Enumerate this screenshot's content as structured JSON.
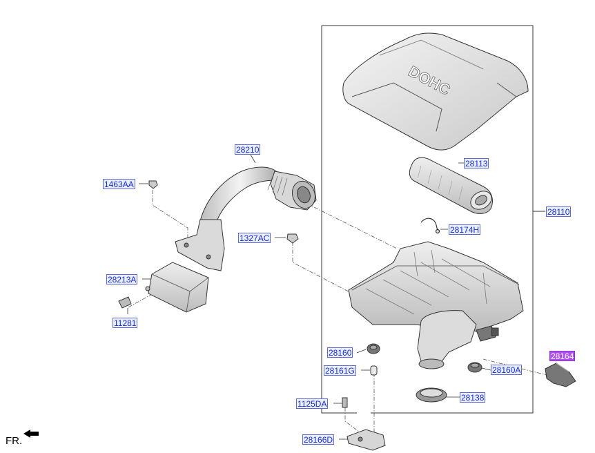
{
  "callouts": {
    "c28210": "28210",
    "c1463AA": "1463AA",
    "c1327AC": "1327AC",
    "c28213A": "28213A",
    "c11281": "11281",
    "c28113": "28113",
    "c28174H": "28174H",
    "c28110": "28110",
    "c28160": "28160",
    "c28161G": "28161G",
    "c28160A": "28160A",
    "c28164": "28164",
    "c28138": "28138",
    "c1125DA": "1125DA",
    "c28166D": "28166D"
  },
  "cover_text": "DOHC",
  "orientation_label": "FR.",
  "colors": {
    "label_text": "#1a2bd6",
    "label_bg": "#e9eefe",
    "highlight_bg": "#b04ff0",
    "line": "#333333"
  }
}
